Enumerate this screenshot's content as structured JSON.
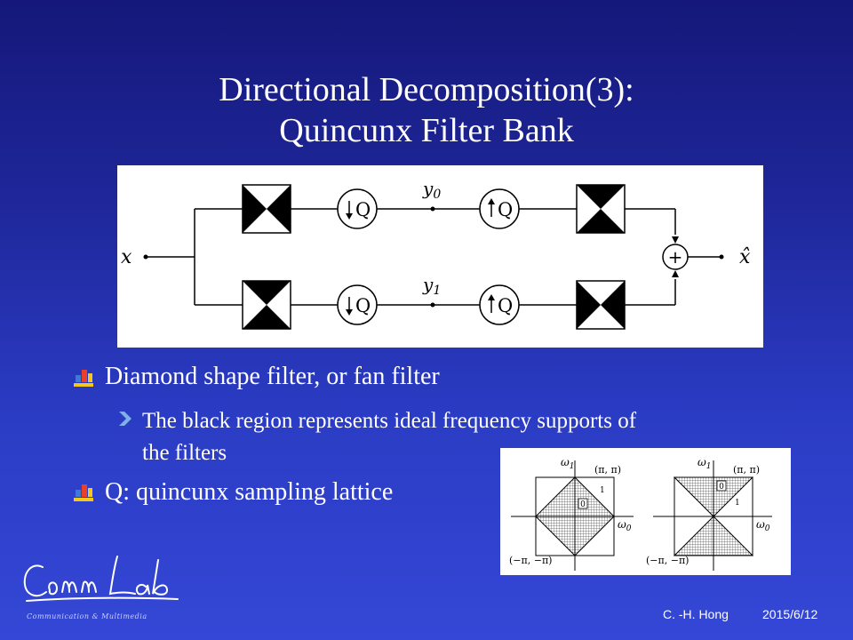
{
  "slide": {
    "title_line1": "Directional Decomposition(3):",
    "title_line2": "Quincunx Filter Bank"
  },
  "filter_bank": {
    "input_label": "x",
    "output_label": "x̂",
    "y0_label": "y",
    "y0_sub": "0",
    "y1_label": "y",
    "y1_sub": "1",
    "down_label": "Q",
    "up_label": "Q",
    "sum_label": "+"
  },
  "bullets": [
    {
      "text": "Diamond shape filter, or fan filter",
      "sub": [
        "The black region represents ideal frequency supports of",
        "the filters"
      ]
    },
    {
      "text": "Q: quincunx sampling lattice"
    }
  ],
  "freq_plots": {
    "left": {
      "w1": "ω",
      "w1_sub": "1",
      "w0": "ω",
      "w0_sub": "0",
      "corner_tr": "(π, π)",
      "corner_bl": "(−π, −π)",
      "region0": "0",
      "region1": "1"
    },
    "right": {
      "w1": "ω",
      "w1_sub": "1",
      "w0": "ω",
      "w0_sub": "0",
      "corner_tr": "(π, π)",
      "corner_bl": "(−π, −π)",
      "region0": "0",
      "region1": "1"
    }
  },
  "footer": {
    "author": "C. -H. Hong",
    "date": "2015/6/12",
    "logo_text": "Comm Lab",
    "logo_subtext": "Communication & Multimedia"
  },
  "colors": {
    "bullet_icon_red": "#e8402a",
    "bullet_icon_blue": "#3a7bd5",
    "bullet_icon_yellow": "#f2c81e",
    "arrow_icon": "#7fb0e8"
  }
}
